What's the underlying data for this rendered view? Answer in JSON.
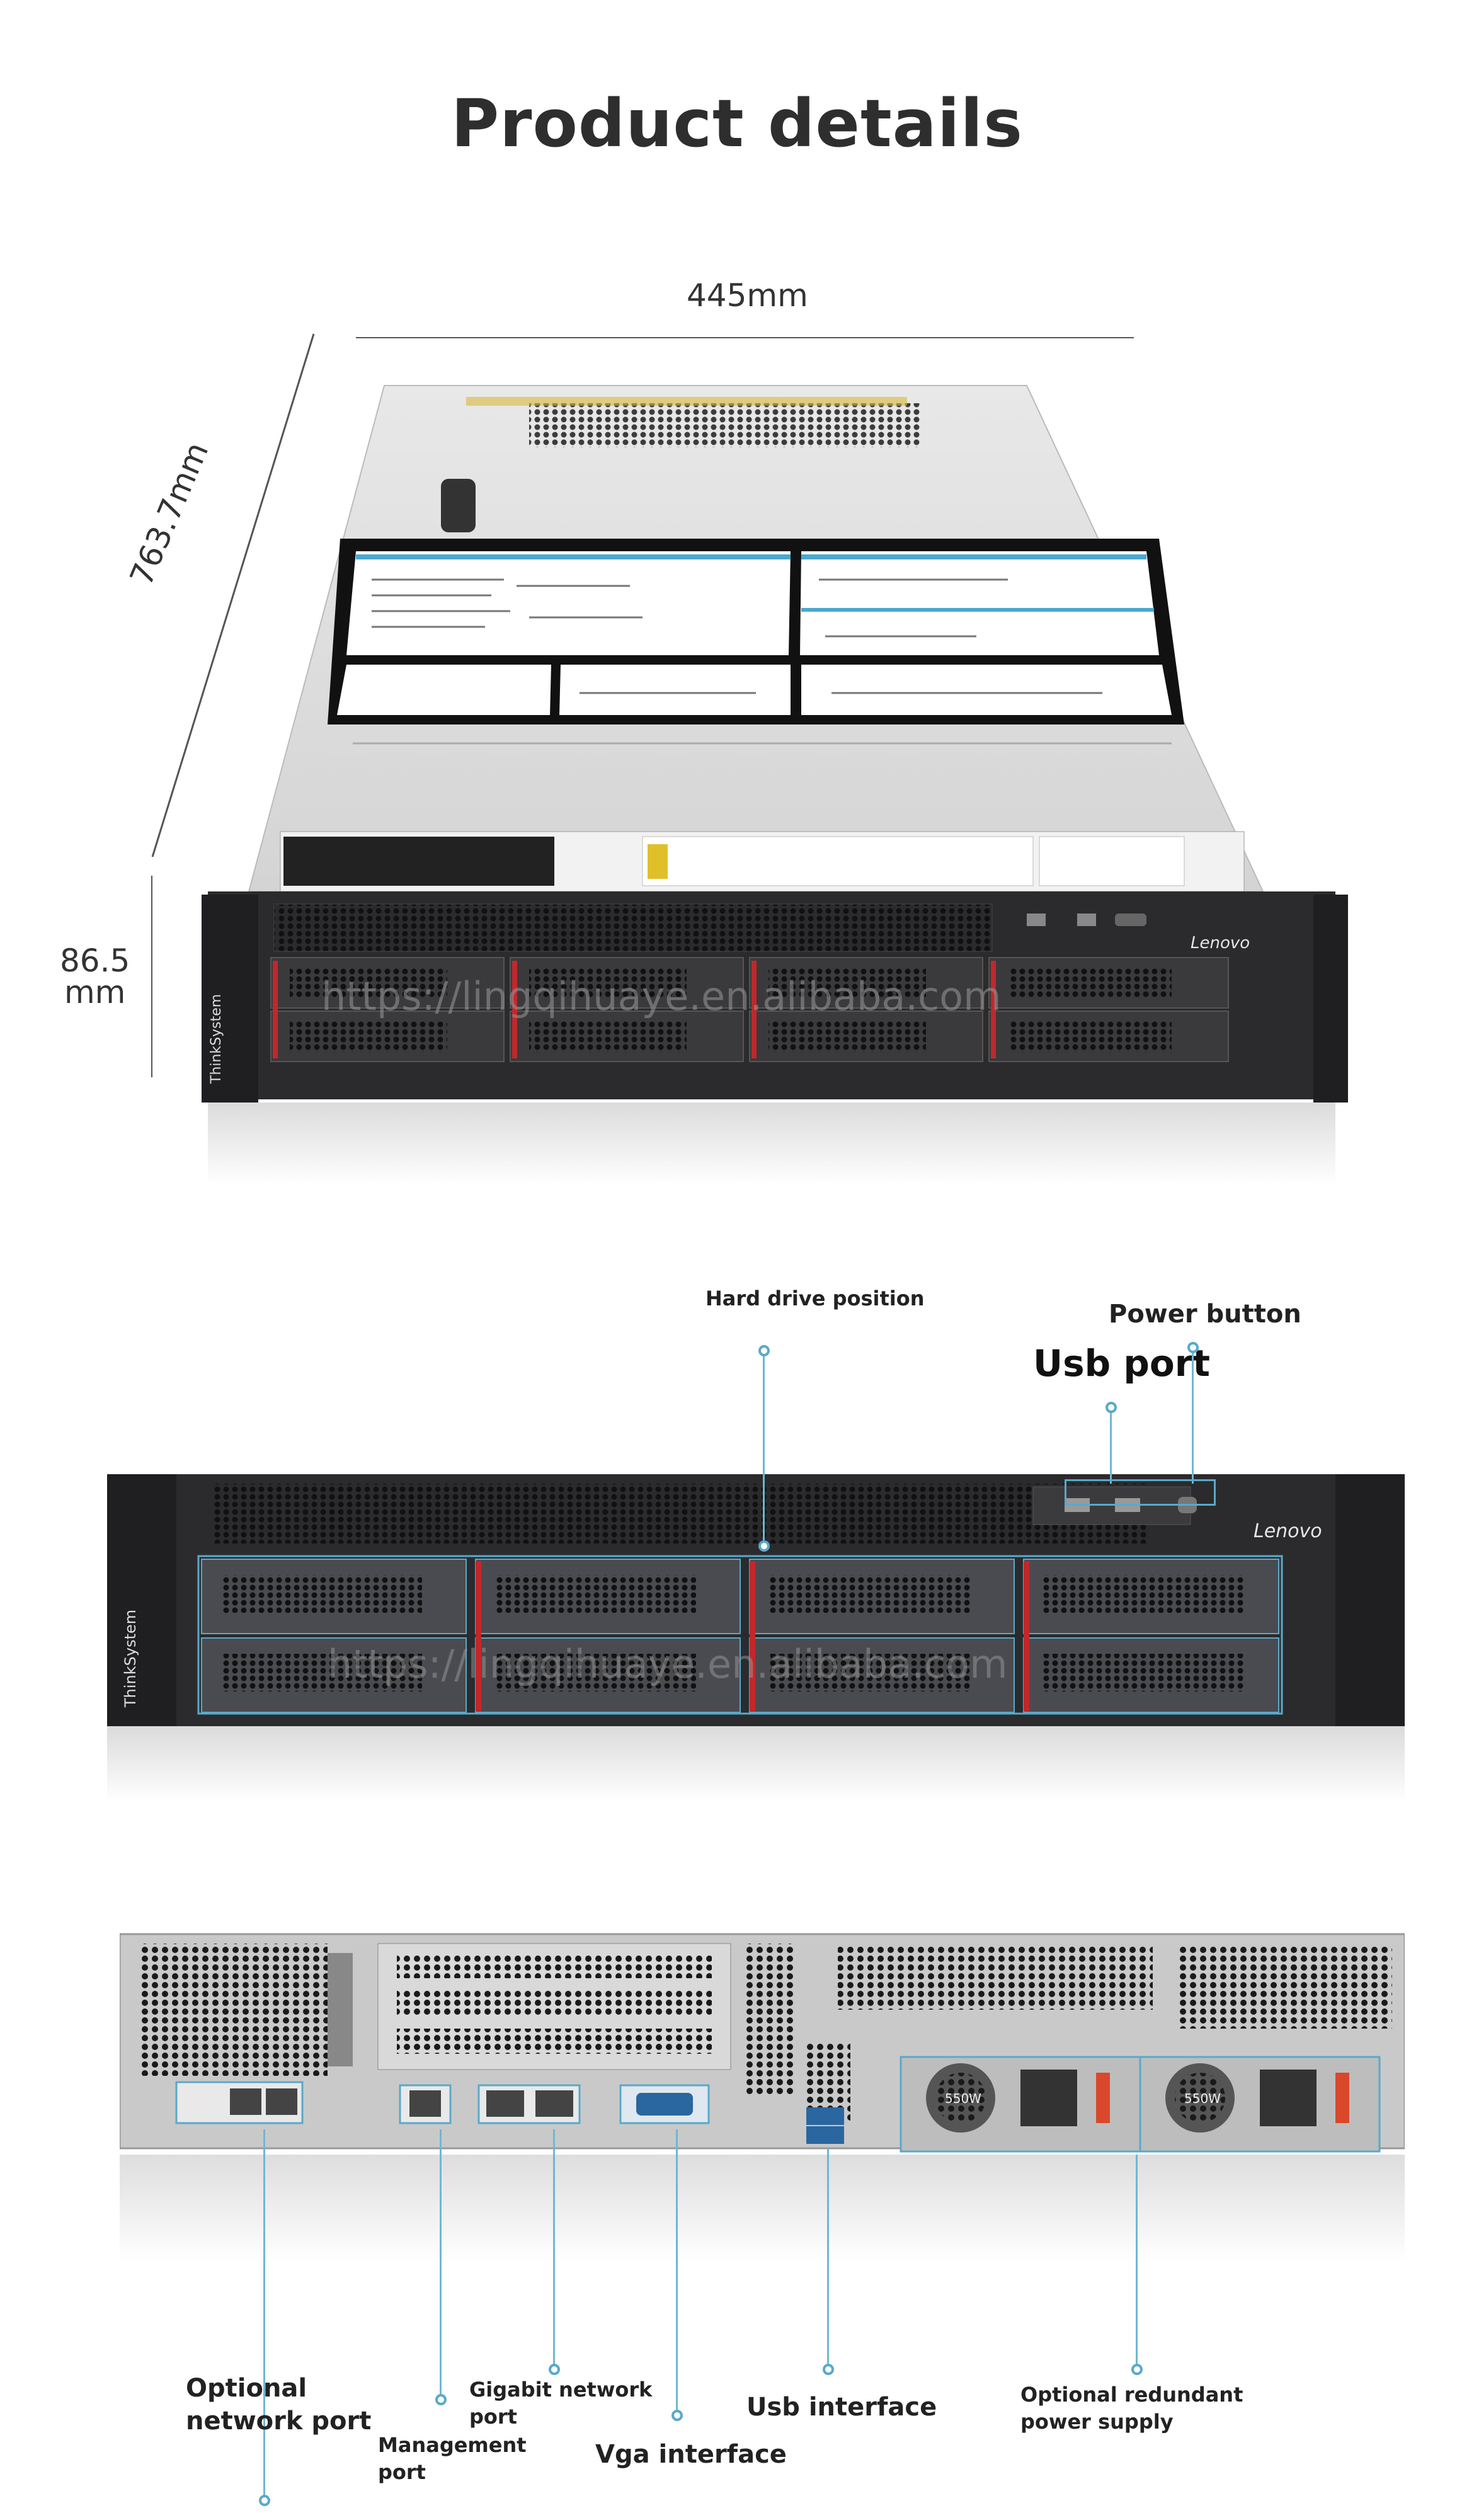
{
  "title": "Product details",
  "dimensions": {
    "width": "445mm",
    "depth": "763.7mm",
    "height_value": "86.5",
    "height_unit": "mm"
  },
  "watermark": "https://lingqihuaye.en.alibaba.com",
  "brand_front": "Lenovo",
  "brand_side": "ThinkSystem",
  "front_callouts": {
    "hard_drive": "Hard drive position",
    "power_button": "Power button",
    "usb_port": "Usb port"
  },
  "rear_callouts": {
    "optional_network": "Optional network port",
    "management": "Management port",
    "gigabit": "Gigabit network port",
    "vga": "Vga interface",
    "usb": "Usb interface",
    "psu": "Optional redundant power supply"
  },
  "psu_label": "550W",
  "colors": {
    "callout_line": "#6fb7d3",
    "chassis_dark": "#2b2b2e",
    "drive_accent": "#c0282c"
  }
}
